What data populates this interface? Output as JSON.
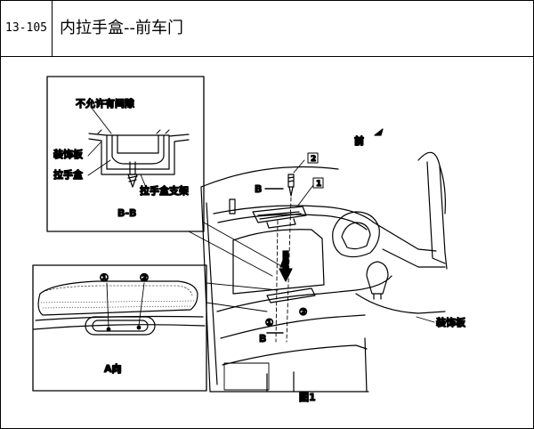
{
  "header": {
    "code": "13-105",
    "title": "内拉手盒--前车门"
  },
  "figure": {
    "caption": "图1",
    "inset_bb": {
      "section_label": "B-B",
      "callouts": [
        "不允许有间隙",
        "装饰板",
        "拉手盒",
        "拉手盒支架"
      ]
    },
    "inset_a": {
      "view_label": "A向",
      "marks": [
        "①",
        "②"
      ]
    },
    "main": {
      "front_label": "前",
      "parts": [
        "1",
        "2"
      ],
      "section_letter": "B",
      "view_letter": "A",
      "marks": [
        "①",
        "②"
      ],
      "trim_label": "装饰板"
    }
  }
}
